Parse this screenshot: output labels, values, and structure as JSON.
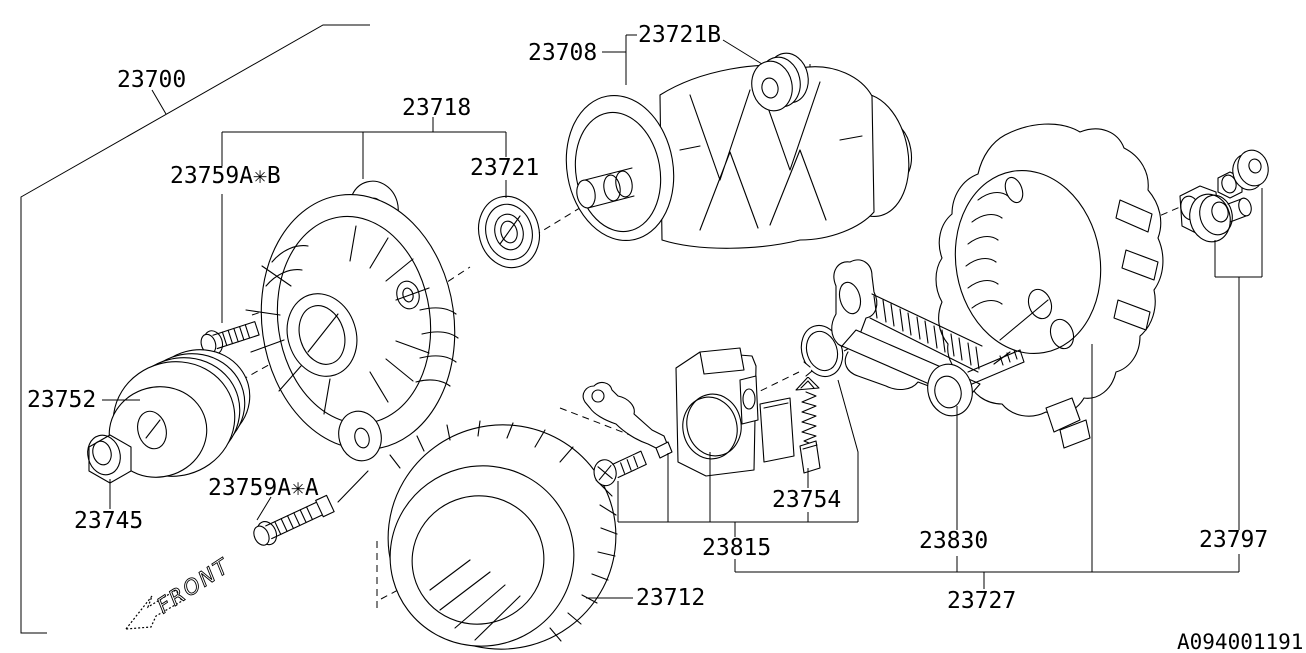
{
  "diagram": {
    "doc_code": "A094001191",
    "front_label": "FRONT",
    "part_numbers": [
      "23700",
      "23708",
      "23712",
      "23718",
      "23721",
      "23721B",
      "23727",
      "23745",
      "23752",
      "23754",
      "23759A✳B",
      "23759A✳A",
      "23797",
      "23815",
      "23830"
    ]
  },
  "labels": {
    "p23700": "23700",
    "p23718": "23718",
    "p23759ab": "23759A✳B",
    "p23721": "23721",
    "p23708": "23708",
    "p23721b": "23721B",
    "p23752": "23752",
    "p23745": "23745",
    "p23759aa": "23759A✳A",
    "p23712": "23712",
    "p23754": "23754",
    "p23815": "23815",
    "p23830": "23830",
    "p23727": "23727",
    "p23797": "23797",
    "front": "FRONT",
    "doc_code": "A094001191"
  }
}
